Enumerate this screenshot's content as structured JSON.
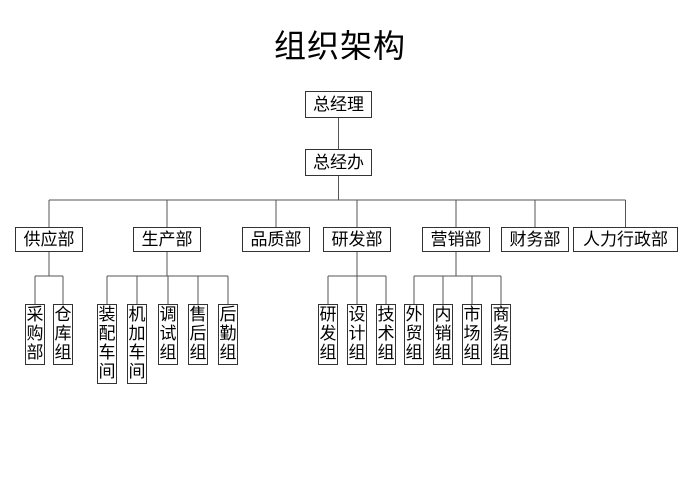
{
  "title": "组织架构",
  "general_manager": "总经理",
  "general_office": "总经办",
  "departments": [
    {
      "label": "供应部",
      "teams": [
        "采购部",
        "仓库组"
      ]
    },
    {
      "label": "生产部",
      "teams": [
        "装配车间",
        "机加车间",
        "调试组",
        "售后组",
        "后勤组"
      ]
    },
    {
      "label": "品质部",
      "teams": []
    },
    {
      "label": "研发部",
      "teams": [
        "研发组",
        "设计组",
        "技术组"
      ]
    },
    {
      "label": "营销部",
      "teams": [
        "外贸组",
        "内销组",
        "市场组",
        "商务组"
      ]
    },
    {
      "label": "财务部",
      "teams": []
    },
    {
      "label": "人力行政部",
      "teams": []
    }
  ]
}
